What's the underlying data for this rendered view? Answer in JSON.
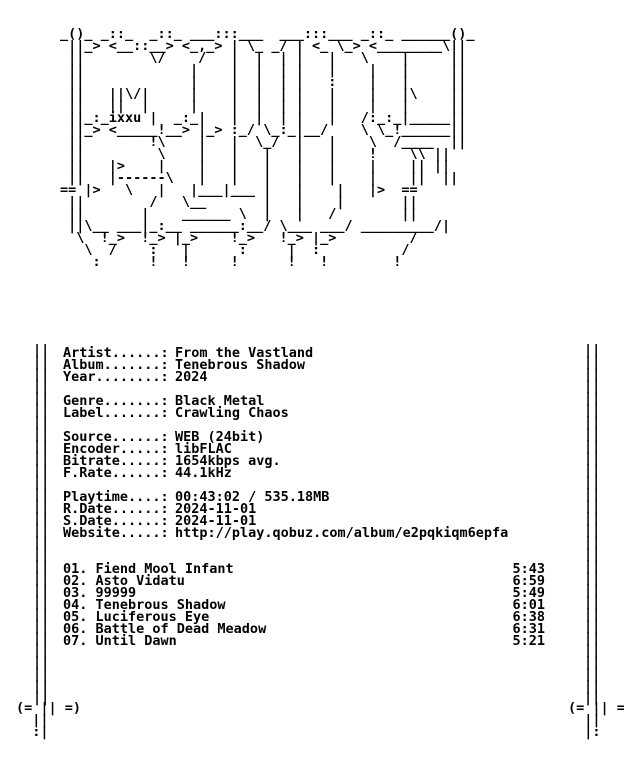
{
  "info": {
    "artist_key": "Artist......:",
    "artist": "From the Vastland",
    "album_key": "Album.......:",
    "album": "Tenebrous Shadow",
    "year_key": "Year........:",
    "year": "2024",
    "genre_key": "Genre.......:",
    "genre": "Black Metal",
    "label_key": "Label.......:",
    "label": "Crawling Chaos",
    "source_key": "Source......:",
    "source": "WEB (24bit)",
    "encoder_key": "Encoder.....:",
    "encoder": "libFLAC",
    "bitrate_key": "Bitrate.....:",
    "bitrate": "1654kbps avg.",
    "frate_key": "F.Rate......:",
    "frate": "44.1kHz",
    "playtime_key": "Playtime....:",
    "playtime": "00:43:02 / 535.18MB",
    "rdate_key": "R.Date......:",
    "rdate": "2024-11-01",
    "sdate_key": "S.Date......:",
    "sdate": "2024-11-01",
    "website_key": "Website.....:",
    "website": "http://play.qobuz.com/album/e2pqkiqm6epfa"
  },
  "tracks": [
    {
      "title": "01. Fiend Mool Infant",
      "duration": "5:43"
    },
    {
      "title": "02. Asto Vidatu",
      "duration": "6:59"
    },
    {
      "title": "03. 99999",
      "duration": "5:49"
    },
    {
      "title": "04. Tenebrous Shadow",
      "duration": "6:01"
    },
    {
      "title": "05. Luciferous Eye",
      "duration": "6:38"
    },
    {
      "title": "06. Battle of Dead Meadow",
      "duration": "6:31"
    },
    {
      "title": "07. Until Dawn",
      "duration": "5:21"
    }
  ],
  "art": {
    "header": "_()_ _::_  _::_ ___:::___  ___:::___ _::_ ______()_\n ||_> <__::__> <_,_> | \\_ _/ | <_ \\_> <________\\||\n ||        \\/    /   |  |  | |   |   \\    |     ||\n ||             |    |  |  | |   |    |   |     ||\n ||             |    |  |  | |   :    |   |     ||\n ||   ||\\/|     |    |  |  | |   |    |   |\\    ||\n ||   ||  |     |    |  |  | |   |    |   |     ||\n ||_:_ixxu |  _:_|   |  |  | |   |   /:_:_|_____||\n ||_> <_____!__> |_> :_/ \\_:_|__/    \\ \\_!______||\n ||        !\\    |   |  \\_/  |   |    \\  /____  ||\n ||         \\    |   |   |   |   |    !    \\\\ ||\n ||   |>    |    |   |   |   |   |    |    || ||\n ||   |------\\   |   |   |   |   |    |    ||  ||\n== |>   \\   |   |___|___ |   |    |   |>  ==\n ||        /   \\__       |   |    |       ||\n ||       |    ______ \\  |   |   /        ||\n ||\\__ ___|_:__ ______:__/ \\___ ___/ _________/|\n  \\  !_>  !_> |_>    !_>   !_> |_>         /\n   \\  /    :   |      :     |  :          /\n    :      !   !     !      !   !        !"
  },
  "rails": {
    "left": "||\n||\n||\n||\n||\n||\n||\n||\n||\n||\n||\n||\n||\n||\n||\n||\n||\n||\n||\n||\n||\n||\n||\n||\n||\n||\n||\n||\n||\n||",
    "right": "||\n||\n||\n||\n||\n||\n||\n||\n||\n||\n||\n||\n||\n||\n||\n||\n||\n||\n||\n||\n||\n||\n||\n||\n||\n||\n||\n||\n||\n||",
    "foot_left": "(= || =)\n  ||\n  :|",
    "foot_right": "(= || =)\n  ||\n  |:"
  }
}
